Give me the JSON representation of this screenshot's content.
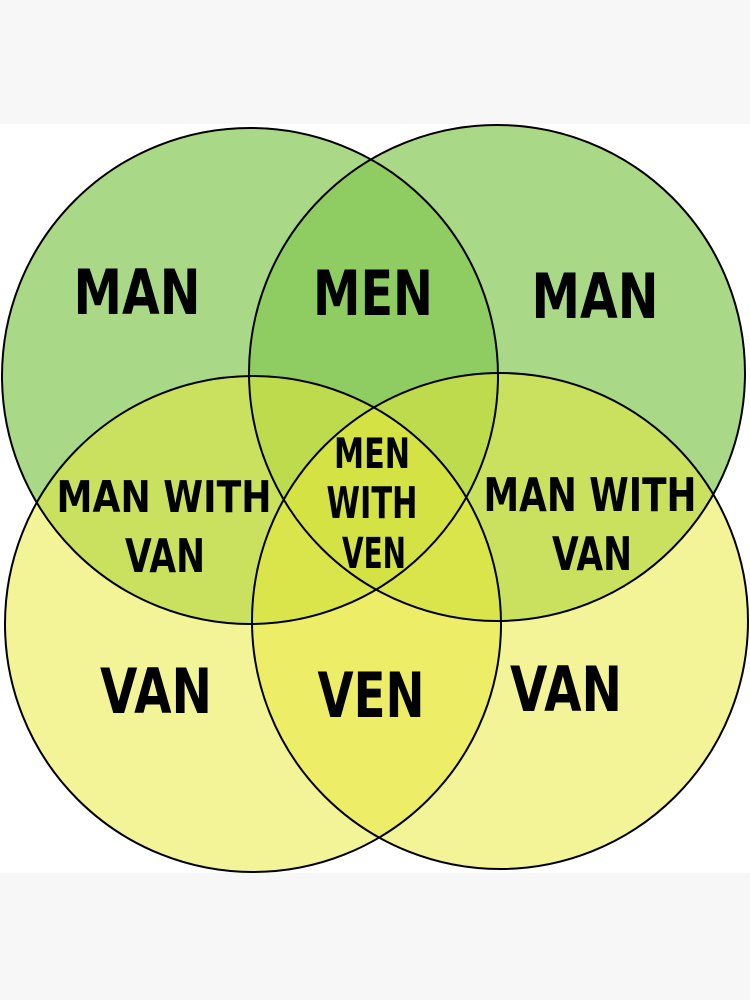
{
  "diagram": {
    "type": "venn",
    "set_count": 4,
    "colors": {
      "background_band": "#f7f7f7",
      "panel": "#ffffff",
      "green_fill": "rgb(132,199,82)",
      "green_alpha": 0.7,
      "yellow_fill": "rgb(232,232,61)",
      "yellow_alpha": 0.53,
      "stroke": "#000000"
    },
    "circles": [
      {
        "name": "top-left",
        "label": "MAN"
      },
      {
        "name": "top-right",
        "label": "MAN"
      },
      {
        "name": "bottom-left",
        "label": "VAN"
      },
      {
        "name": "bottom-right",
        "label": "VAN"
      }
    ],
    "labels": {
      "top_left_man": "MAN",
      "top_overlap_men": "MEN",
      "top_right_man": "MAN",
      "left_overlap_line1": "MAN WITH",
      "left_overlap_line2": "VAN",
      "center_line1": "MEN",
      "center_line2": "WITH",
      "center_line3": "VEN",
      "right_overlap_line1": "MAN WITH",
      "right_overlap_line2": "VAN",
      "bottom_left_van": "VAN",
      "bottom_overlap_ven": "VEN",
      "bottom_right_van": "VAN"
    }
  }
}
